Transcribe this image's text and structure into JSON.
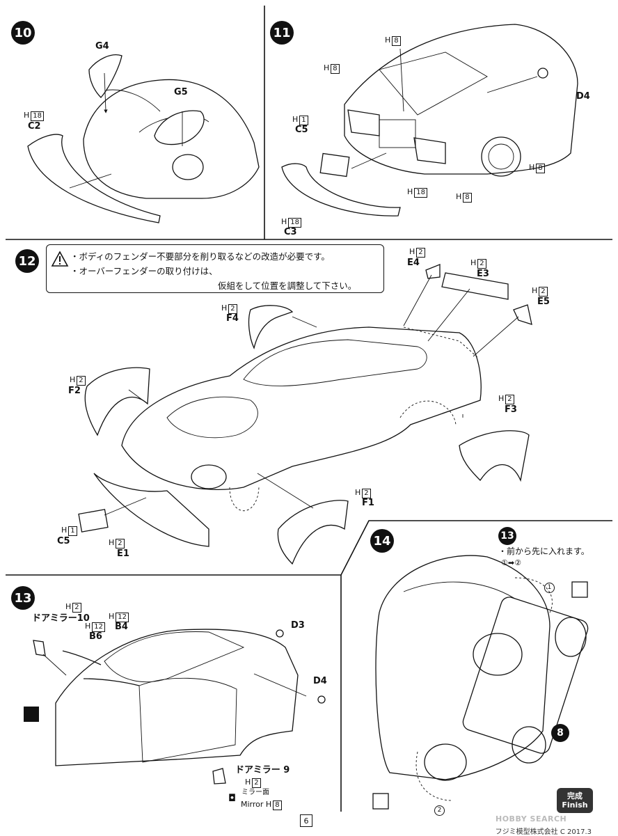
{
  "steps": {
    "s10": {
      "number": "10"
    },
    "s11": {
      "number": "11"
    },
    "s12": {
      "number": "12"
    },
    "s13": {
      "number": "13"
    },
    "s14": {
      "number": "14"
    }
  },
  "panel10": {
    "g4": "G4",
    "g5": "G5",
    "c2": {
      "h": "H",
      "box": "18",
      "name": "C2"
    }
  },
  "panel11": {
    "h8_top": {
      "h": "H",
      "box": "8"
    },
    "h8_left": {
      "h": "H",
      "box": "8"
    },
    "c5": {
      "h": "H",
      "box": "1",
      "name": "C5"
    },
    "d4": "D4",
    "h8_right": {
      "h": "H",
      "box": "8"
    },
    "h18_mid": {
      "h": "H",
      "box": "18"
    },
    "h8_bottom": {
      "h": "H",
      "box": "8"
    },
    "c3": {
      "h": "H",
      "box": "18",
      "name": "C3"
    }
  },
  "panel12": {
    "warning_line1": "・ボディのフェンダー不要部分を削り取るなどの改造が必要です。",
    "warning_line2": "・オーバーフェンダーの取り付けは、",
    "warning_line3": "仮組をして位置を調整して下さい。",
    "e4": {
      "h": "H",
      "box": "2",
      "name": "E4"
    },
    "e3": {
      "h": "H",
      "box": "2",
      "name": "E3"
    },
    "e5": {
      "h": "H",
      "box": "2",
      "name": "E5"
    },
    "f4": {
      "h": "H",
      "box": "2",
      "name": "F4"
    },
    "f2": {
      "h": "H",
      "box": "2",
      "name": "F2"
    },
    "f3": {
      "h": "H",
      "box": "2",
      "name": "F3"
    },
    "c5": {
      "h": "H",
      "box": "1",
      "name": "C5"
    },
    "e1": {
      "h": "H",
      "box": "2",
      "name": "E1"
    },
    "f1": {
      "h": "H",
      "box": "2",
      "name": "F1"
    }
  },
  "panel13": {
    "h2_top": {
      "h": "H",
      "box": "2"
    },
    "door_mirror_10": "ドアミラー10",
    "b6": {
      "h": "H",
      "box": "12",
      "name": "B6"
    },
    "b4": {
      "h": "H",
      "box": "12",
      "name": "B4"
    },
    "d3": "D3",
    "d4": "D4",
    "door_mirror_9": "ドアミラー 9",
    "h2_bottom": {
      "h": "H",
      "box": "2"
    },
    "mirror_face": "ミラー面",
    "mirror_label": "Mirror H",
    "mirror_box": "8"
  },
  "panel14": {
    "ref_step": "13",
    "note": "・前から先に入れます。",
    "order_1": "①",
    "order_arrow": "➡",
    "order_2": "②",
    "circle_1": "1",
    "circle_2": "2",
    "ref_8": "8",
    "finish_jp": "完成",
    "finish_en": "Finish"
  },
  "footer": {
    "page": "6",
    "company": "フジミ模型株式会社 C 2017.3",
    "watermark": "HOBBY SEARCH"
  }
}
